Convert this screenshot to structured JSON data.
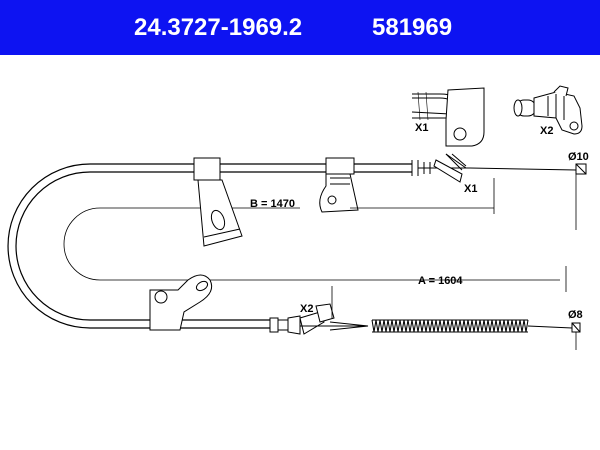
{
  "header": {
    "part_number": "24.3727-1969.2",
    "reference": "581969"
  },
  "labels": {
    "detail_x1": "X1",
    "detail_x2": "X2",
    "end_x1": "X1",
    "end_x2": "X2",
    "dim_b": "B = 1470",
    "dim_a": "A = 1604",
    "dia_top": "Ø10",
    "dia_bottom": "Ø8"
  },
  "colors": {
    "header_bg": "#0d13f2",
    "header_text": "#ffffff",
    "line": "#000000"
  }
}
